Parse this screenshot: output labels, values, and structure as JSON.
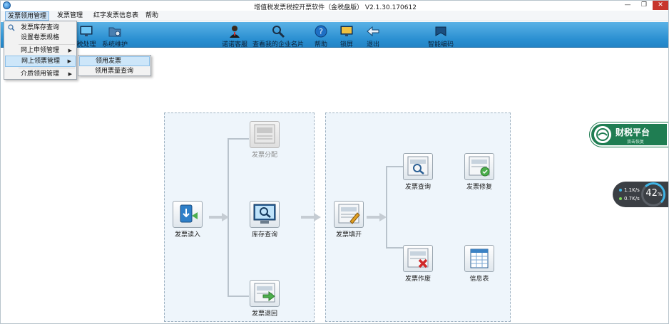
{
  "window": {
    "title": "增值税发票税控开票软件（金税盘版） V2.1.30.170612",
    "min_glyph": "—",
    "max_glyph": "❐",
    "close_glyph": "✕"
  },
  "menubar": {
    "items": [
      {
        "label": "发票领用管理"
      },
      {
        "label": "发票管理"
      },
      {
        "label": "红字发票信息表"
      },
      {
        "label": "帮助"
      }
    ]
  },
  "toolbar": {
    "items": [
      {
        "label": "税处理",
        "icon": "monitor-icon"
      },
      {
        "label": "系统维护",
        "icon": "folder-gear-icon"
      },
      {
        "label": "诺诺客服",
        "icon": "person-icon"
      },
      {
        "label": "查看我的企业名片",
        "icon": "magnifier-icon"
      },
      {
        "label": "帮助",
        "icon": "help-icon"
      },
      {
        "label": "锁屏",
        "icon": "lock-screen-icon"
      },
      {
        "label": "退出",
        "icon": "exit-arrow-icon"
      },
      {
        "label": "智能编码",
        "icon": "smart-code-icon"
      }
    ]
  },
  "dropdown": {
    "items": [
      {
        "label": "发票库存查询",
        "arrow": ""
      },
      {
        "label": "设置卷票规格",
        "arrow": ""
      },
      {
        "label": "网上申领管理",
        "arrow": "▶"
      },
      {
        "label": "网上领票管理",
        "arrow": "▶"
      },
      {
        "label": "介质领用管理",
        "arrow": "▶"
      }
    ],
    "submenu": [
      {
        "label": "领用发票"
      },
      {
        "label": "领用票量查询"
      }
    ]
  },
  "workflow": {
    "left": {
      "read": "发票读入",
      "distribute": "发票分配",
      "inventory": "库存查询",
      "return": "发票退回"
    },
    "right": {
      "fill": "发票填开",
      "query": "发票查询",
      "repair": "发票修复",
      "void": "发票作废",
      "info": "信息表"
    }
  },
  "platform": {
    "title": "财税平台",
    "subtitle": "双击恢复"
  },
  "network": {
    "up": "1.1K/s",
    "down": "0.7K/s",
    "percent": "42",
    "percent_unit": "%"
  },
  "colors": {
    "toolbar": "#2a8fd1",
    "platform_green": "#1f7d52",
    "menu_highlight": "#cde6f9"
  }
}
